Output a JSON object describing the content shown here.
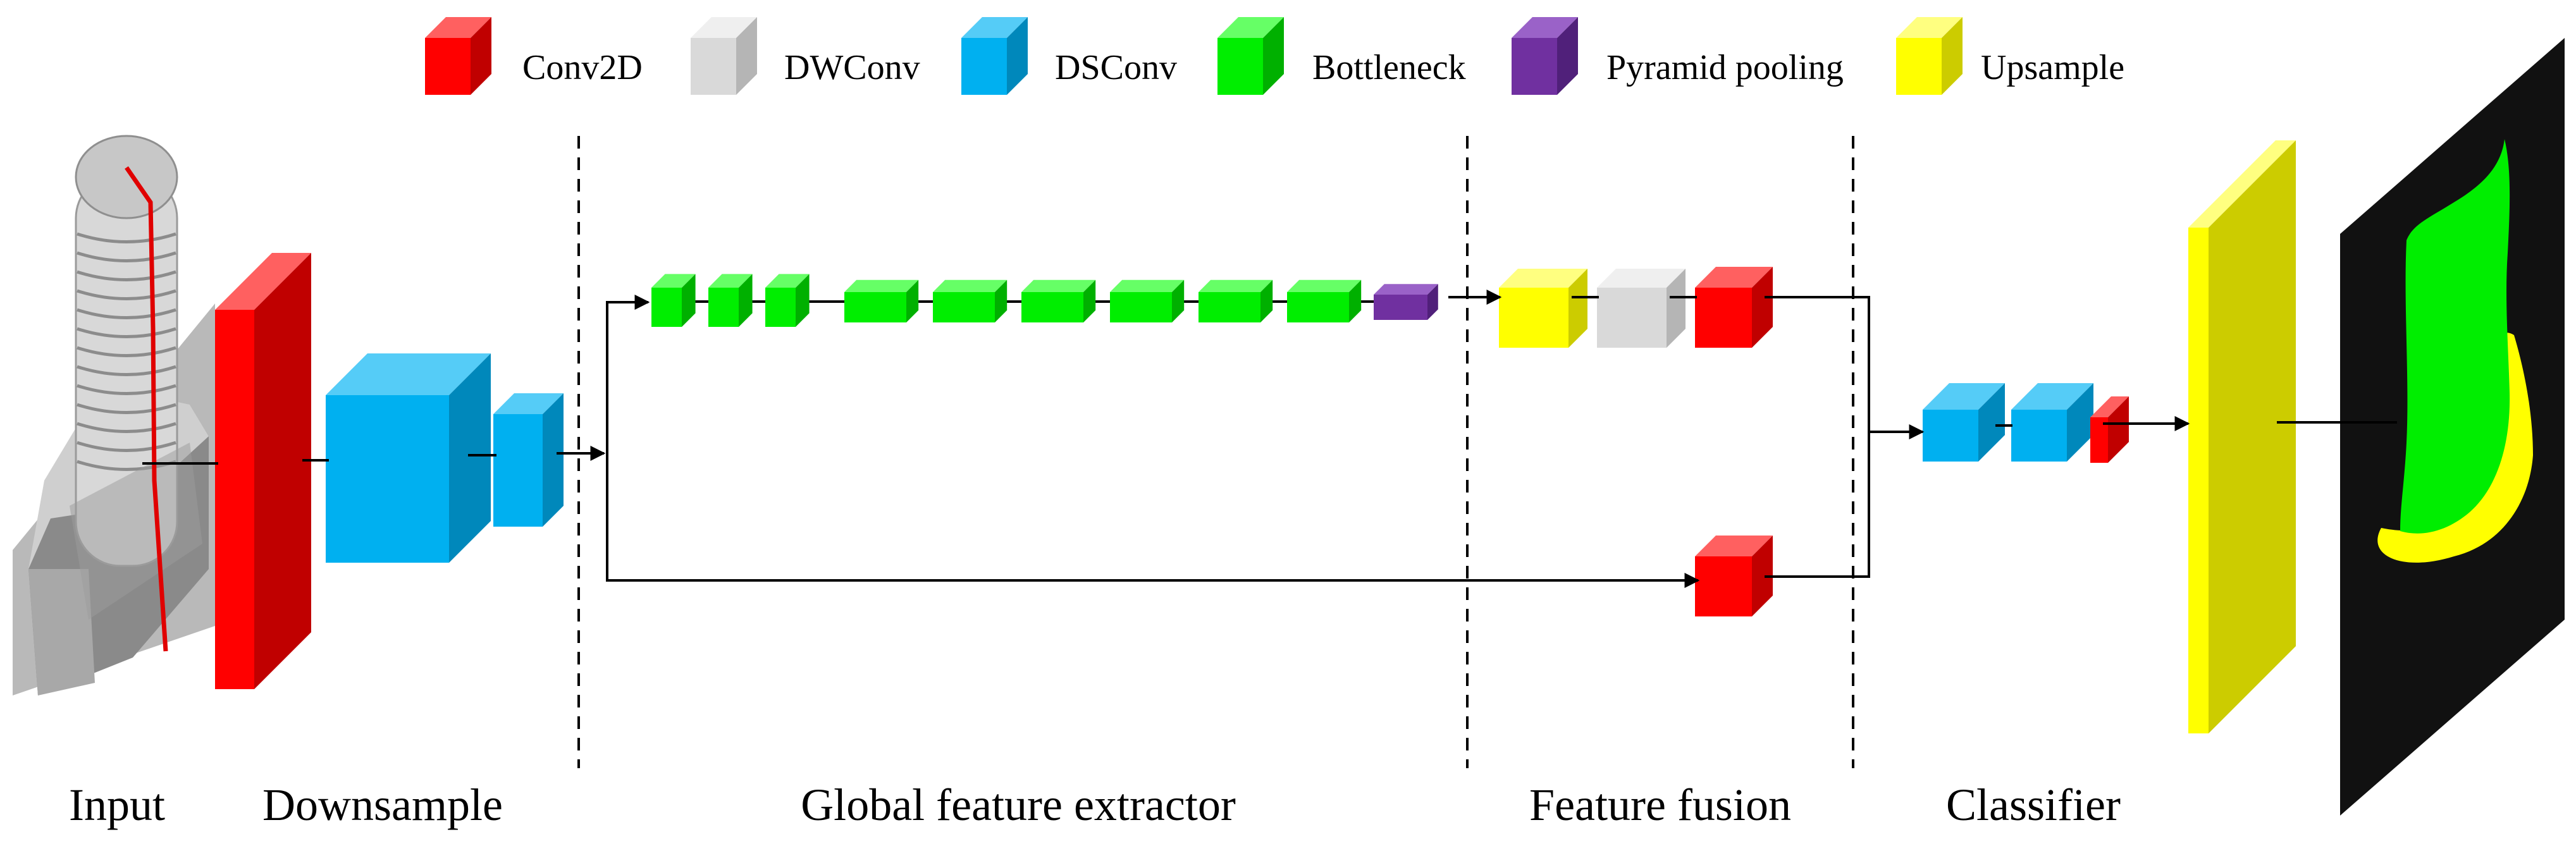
{
  "legend": [
    {
      "label": "Conv2D",
      "color_key": "conv2d"
    },
    {
      "label": "DWConv",
      "color_key": "dwconv"
    },
    {
      "label": "DSConv",
      "color_key": "dsconv"
    },
    {
      "label": "Bottleneck",
      "color_key": "bottleneck"
    },
    {
      "label": "Pyramid pooling",
      "color_key": "pyramid"
    },
    {
      "label": "Upsample",
      "color_key": "upsample"
    }
  ],
  "sections": {
    "input": "Input",
    "downsample": "Downsample",
    "global": "Global feature extractor",
    "fusion": "Feature fusion",
    "classifier": "Classifier"
  },
  "colors": {
    "conv2d": {
      "front": "#ff0000",
      "top": "#ff6060",
      "side": "#c00000"
    },
    "dwconv": {
      "front": "#d9d9d9",
      "top": "#efefef",
      "side": "#b5b5b5"
    },
    "dsconv": {
      "front": "#00b0f0",
      "top": "#55ccf7",
      "side": "#0088bb"
    },
    "bottleneck": {
      "front": "#00ee00",
      "top": "#66ff66",
      "side": "#00b000"
    },
    "pyramid": {
      "front": "#7030a0",
      "top": "#9a62c8",
      "side": "#50207a"
    },
    "upsample": {
      "front": "#ffff00",
      "top": "#ffff80",
      "side": "#cccc00"
    },
    "classifier_plane": "#cccc00",
    "mask_background": "#111111",
    "mask_green": "#00ee00",
    "mask_yellow": "#ffff00",
    "input_part": "#bdbdbd"
  },
  "blocks": {
    "global_chain": [
      "bottleneck",
      "bottleneck",
      "bottleneck",
      "bottleneck",
      "bottleneck",
      "bottleneck",
      "bottleneck",
      "bottleneck",
      "bottleneck",
      "pyramid"
    ],
    "fusion_top": [
      "upsample",
      "dwconv",
      "conv2d"
    ],
    "fusion_bottom": [
      "conv2d"
    ],
    "classifier": [
      "dsconv",
      "dsconv",
      "conv2d"
    ]
  }
}
